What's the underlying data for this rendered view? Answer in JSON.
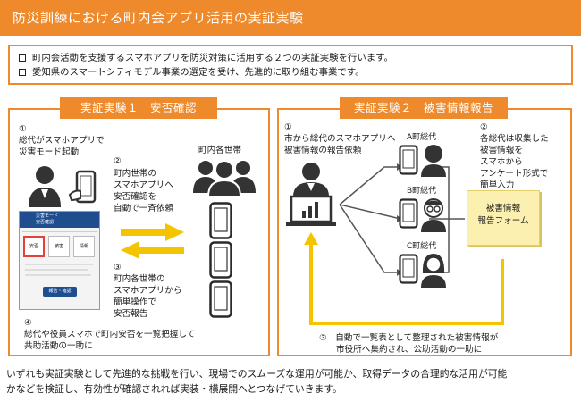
{
  "title": "防災訓練における町内会アプリ活用の実証実験",
  "intro": [
    "町内会活動を支援するスマホアプリを防災対策に活用する２つの実証実験を行います。",
    "愛知県のスマートシティモデル事業の選定を受け、先進的に取り組む事業です。"
  ],
  "panel1": {
    "tab": "実証実験１　安否確認",
    "step1": [
      "①",
      "総代がスマホアプリで",
      "災害モード起動"
    ],
    "step2": [
      "②",
      "町内世帯の",
      "スマホアプリへ",
      "安否確認を",
      "自動で一斉依頼"
    ],
    "households_label": "町内各世帯",
    "step3": [
      "③",
      "町内各世帯の",
      "スマホアプリから",
      "簡単操作で",
      "安否報告"
    ],
    "step4": [
      "④",
      "総代や役員スマホで町内安否を一覧把握して",
      "共助活動の一助に"
    ],
    "app_screen": {
      "header_line1": "災害モード",
      "header_line2": "安否確認",
      "cards": [
        "安否",
        "被害",
        "情報"
      ],
      "button": "報告・確認"
    }
  },
  "panel2": {
    "tab": "実証実験２　被害情報報告",
    "step1": [
      "①",
      "市から総代のスマホアプリへ",
      "被害情報の報告依頼"
    ],
    "reps": [
      "A町総代",
      "B町総代",
      "C町総代"
    ],
    "step2": [
      "②",
      "各総代は収集した",
      "被害情報を",
      "スマホから",
      "アンケート形式で",
      "簡単入力"
    ],
    "form_note": [
      "被害情報",
      "報告フォーム"
    ],
    "step3": [
      "③　自動で一覧表として整理された被害情報が",
      "市役所へ集約され、公助活動の一助に"
    ]
  },
  "footer": [
    "いずれも実証実験として先進的な挑戦を行い、現場でのスムーズな運用が可能か、取得データの合理的な活用が可能",
    "かなどを検証し、有効性が確認されれば実装・横展開へとつなげていきます。"
  ],
  "colors": {
    "accent": "#ee8a2b",
    "arrow_yellow": "#f5c400",
    "note_yellow": "#fbf0b0",
    "figure": "#333333"
  }
}
